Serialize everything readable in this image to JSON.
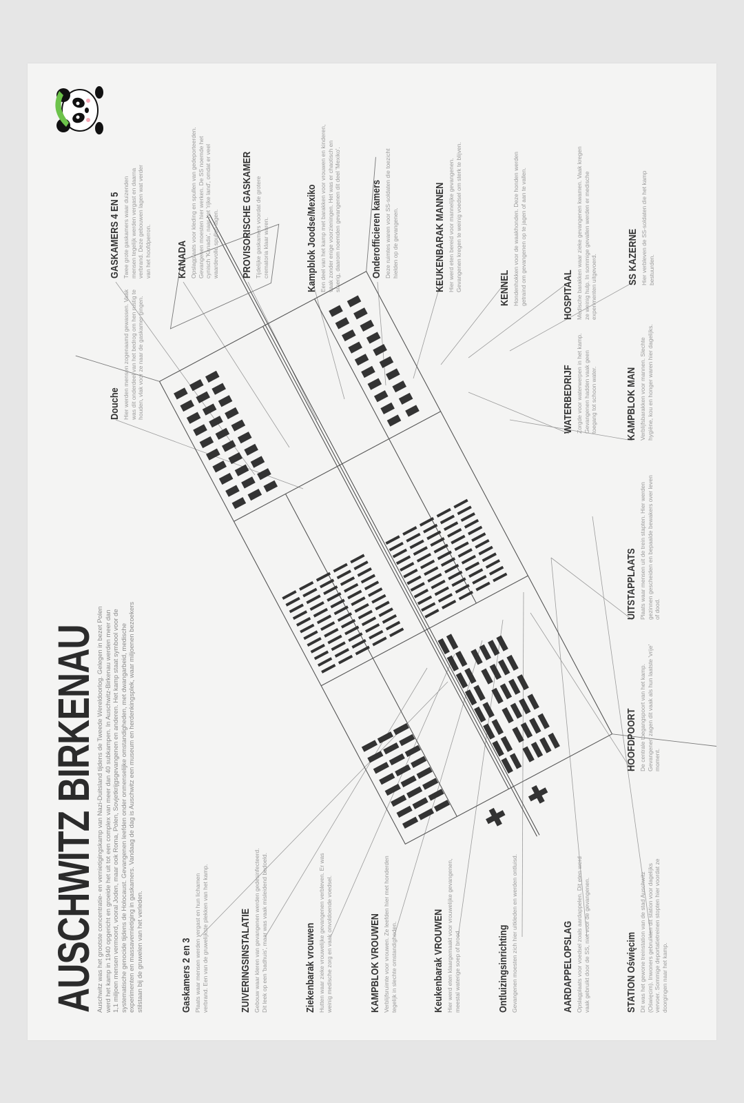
{
  "title": "AUSCHWITZ BIRKENAU",
  "intro": "Auschwitz was het grootste concentratie- en vernietigingskamp van Nazi-Duitsland tijdens de Tweede Wereldoorlog. Gelegen in bezet Polen werd het kamp in 1940 opgericht en groeide het uit tot een complex van meer dan 40 subkampen. In Auschwitz-Birkenau werden meer dan 1,1 miljoen mensen vermoord, vooral Joden, maar ook Roma, Polen, Sovjetkrijgsgevangenen en anderen. Het kamp staat symbool voor de systematische genocide tijdens de Holocaust. Gevangenen leefden onder onmenselijke omstandigheden, met dwangarbeid, medische experimenten en massavernietiging in gaskamers. Vandaag de dag is Auschwitz een museum en herdenkingsplek, waar miljoenen bezoekers stilstaan bij de gruwelen van het verleden.",
  "logo": "panda-logo",
  "callouts_left": [
    {
      "title": "Gaskamers 2 en 3",
      "text": "Plaats waar mensen werden vergast en hun lichamen verbrand. Een van de gruwelijkste plekken van het kamp."
    },
    {
      "title": "ZUIVERINGSINSTALATIE",
      "text": "Gebouw waar kleren van gevangenen werden gedesinfecteerd. Dit leek op een 'badhuis', maar was vaak misleidend bedoeld."
    },
    {
      "title": "Ziekenbarak vrouwen",
      "text": "Hutten waar zieke vrouwelijke gevangenen verbleven. Er was weinig medische zorg en vaak onvoldoende voedsel."
    },
    {
      "title": "KAMPBLOK VROUWEN",
      "text": "Verblijfsruimte voor vrouwen. Ze leefden hier met honderden tegelijk in slechte omstandigheden."
    },
    {
      "title": "Keukenbarak VROUWEN",
      "text": "Hier werd eten klaargemaakt voor vrouwelijke gevangenen, meestal waterige soep of brood."
    },
    {
      "title": "Ontluizingsinrichting",
      "text": "Gevangenen moesten zich hier uitkleden en werden ontluisd."
    },
    {
      "title": "AARDAPPELOPSLAG",
      "text": "Opslagplaats voor voedsel zoals aardappelen. Dit eten werd vaak gebruikt door de SS, niet voor de gevangenen."
    },
    {
      "title": "STATION Oświęcim",
      "text": "Dit was het gewone treinstation van de stad Auschwitz (Oświęcim). Inwoners gebruikten dit station voor dagelijks vervoer. Sommige deportatietreinen stopten hier voordat ze doorgingen naar het kamp."
    }
  ],
  "callouts_right": [
    {
      "title": "GASKAMERS 4 EN 5",
      "text": "Twee grote gaskamers waar duizenden mensen tegelijk werden vergast en daarna verbrand. Deze gebouwen lagen wat verder van het hoofdperron."
    },
    {
      "title": "KANADA",
      "text": "Opslagplaats voor kleding en spullen van gedeporteerden. Gevangenen moesten hier werken. De SS noemde het cynisch 'Kanada', naar het 'rijke land', omdat er veel waardevolle spullen lagen."
    },
    {
      "title": "PROVISORISCHE GASKAMER",
      "text": "Tijdelijke gaskamers voordat de grotere crematoria klaar waren."
    },
    {
      "title": "Kampblok Joodse/Mexiko",
      "text": "Een deel van het kamp met barakken voor vrouwen en kinderen, vaak zonder enige voorzieningen. Het was er chaotisch en smerig, daarom noemden gevangenen dit deel 'Mexiko'."
    },
    {
      "title": "Onderofficieren kamers",
      "text": "Deze ruimtes waren voor SS-soldaten die toezicht hielden op de gevangenen."
    },
    {
      "title": "KEUKENBARAK MANNEN",
      "text": "Hier werd eten bereid voor mannelijke gevangenen. Gevangenen kregen te weinig voedsel om sterk te blijven."
    },
    {
      "title": "KENNEL",
      "text": "Hondenhokken voor de waakhonden. Deze honden werden getraind om gevangenen op te jagen of aan te vallen."
    },
    {
      "title": "HOSPITAAL",
      "text": "Medische barakken waar zieke gevangenen kwamen. Vaak kregen ze weinig hulp. In sommige gevallen werden er medische experimenten uitgevoerd."
    },
    {
      "title": "SS KAZERNE",
      "text": "Hier verbleven de SS-soldaten die het kamp bestuurden."
    }
  ],
  "callouts_middle": [
    {
      "title": "Douche",
      "text": "Hier werden mensen zogenaamd gewassen. Vaak was dit onderdeel van het bedrog om hen rustig te houden, vlak voor ze naar de gaskamer gingen."
    },
    {
      "title": "WATERBEDRIJF",
      "text": "Zorgde voor waterwerpen in het kamp. Gevangenen hadden vaak geen toegang tot schoon water."
    },
    {
      "title": "KAMPBLOK MAN",
      "text": "Verblijfsbarakken voor mannen. Slechte hygiëne, kou en honger waren hier dagelijks."
    },
    {
      "title": "UITSTAPPLAATS",
      "text": "Plaats waar mensen uit de trein stapten. Hier werden gezinnen gescheiden en bepaalde bewakers over leven of dood."
    },
    {
      "title": "HOOFDPOORT",
      "text": "De centrale toegangspoort van het kamp. Gevangenen zagen dit vaak als hun laatste 'vrije' moment."
    }
  ]
}
